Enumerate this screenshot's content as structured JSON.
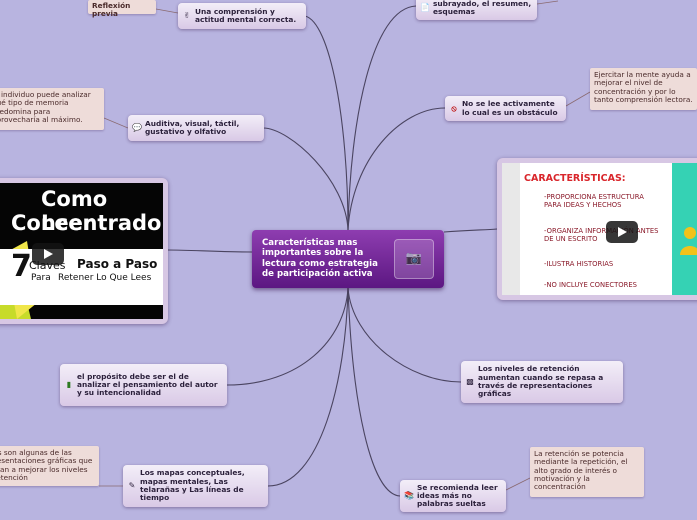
{
  "central": {
    "text": "Características mas importantes sobre la lectura como estrategia de participación activa",
    "image_icon": "camera-icon"
  },
  "topics": {
    "comprension": "Una comprensión y actitud mental correcta.",
    "subrayado": "subrayado, el resumen, esquemas",
    "obstaculo": "No se lee activamente lo cual  es un obstáculo",
    "auditiva": "Auditiva, visual, táctil, gustativo y olfativo",
    "proposito": "el propósito debe ser el de analizar el pensamiento del autor y su intencionalidad",
    "niveles": "Los niveles de retención aumentan cuando se repasa a través de representaciones gráficas",
    "mapas": "Los mapas conceptuales, mapas mentales, Las telarañas y Las líneas de tiempo",
    "recomienda": "Se recomienda leer ideas más no palabras sueltas"
  },
  "notes": {
    "reflexion": "Reflexión previa",
    "ejercitar": "Ejercitar la mente ayuda a mejorar el nivel de concentración y por lo tanto comprensión lectora.",
    "individuo": "El individuo puede analizar qué tipo de memoria predomina para aprovecharía al máximo.",
    "algunas": "Estos son algunas de las representaciones gráficas que ayudan a mejorar los niveles de retención",
    "retencion": "La retención se potencia mediante la repetición, el alto grado de interés o motivación y la concentración"
  },
  "video_left": {
    "line1": "Como Leer",
    "line2": "Concentrado",
    "num": "7",
    "claves": "Claves",
    "paso": "Paso a Paso",
    "para": "Para",
    "retener": "Retener Lo Que Lees"
  },
  "video_right": {
    "title": "CARACTERÍSTICAS:",
    "items": [
      "-PROPORCIONA ESTRUCTURA PARA IDEAS Y HECHOS",
      "-ORGANIZA INFORMACIÓN ANTES DE UN ESCRITO",
      "-ILUSTRA HISTORIAS",
      "-NO INCLUYE CONECTORES"
    ]
  },
  "icons": {
    "comprension": "hand-icon",
    "subrayado": "document-icon",
    "obstaculo": "prohibited-icon",
    "auditiva": "speech-bubble-icon",
    "proposito": "book-icon",
    "niveles": "bar-chart-icon",
    "mapas": "pencil-icon",
    "recomienda": "books-icon"
  },
  "colors": {
    "background": "#b8b4e0",
    "central": "#6f2596",
    "link": "#4a4460",
    "note": "#eedcd9"
  }
}
